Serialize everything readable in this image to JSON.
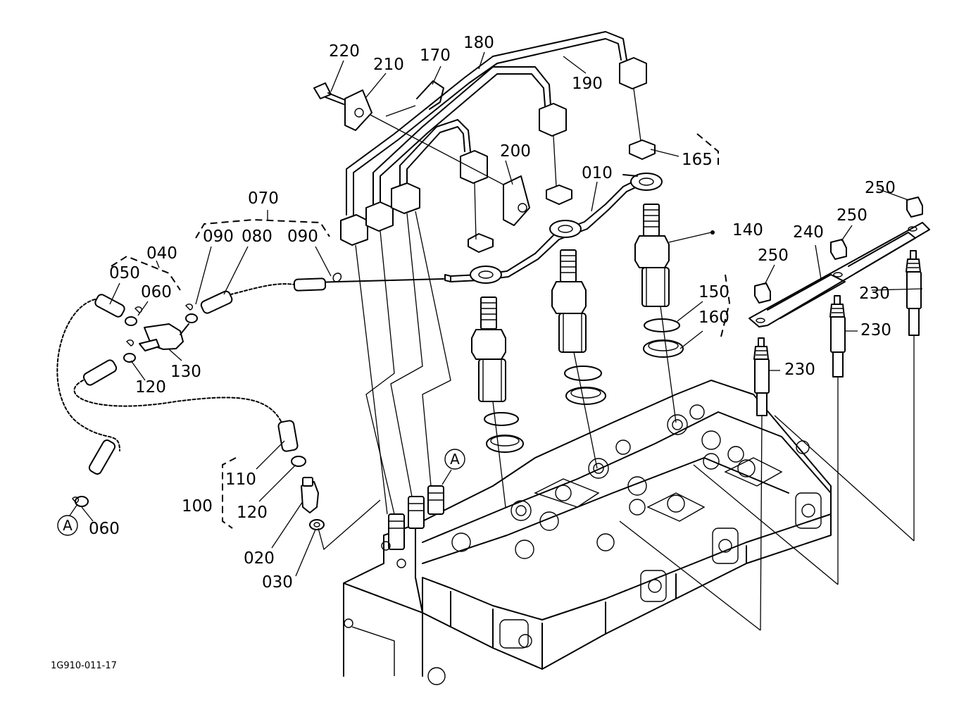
{
  "drawing_code": "1G910-011-17",
  "callout_letter": "A",
  "labels": {
    "p220": "220",
    "p210": "210",
    "p170": "170",
    "p180": "180",
    "p190": "190",
    "p200": "200",
    "p165": "165",
    "p010": "010",
    "p140": "140",
    "p070": "070",
    "p090a": "090",
    "p080": "080",
    "p090b": "090",
    "p040": "040",
    "p050": "050",
    "p060a": "060",
    "p130": "130",
    "p120a": "120",
    "p150": "150",
    "p160": "160",
    "p250a": "250",
    "p250b": "250",
    "p250c": "250",
    "p240": "240",
    "p230a": "230",
    "p230b": "230",
    "p230c": "230",
    "p110": "110",
    "p100": "100",
    "p120b": "120",
    "p020": "020",
    "p030": "030",
    "p060b": "060"
  }
}
